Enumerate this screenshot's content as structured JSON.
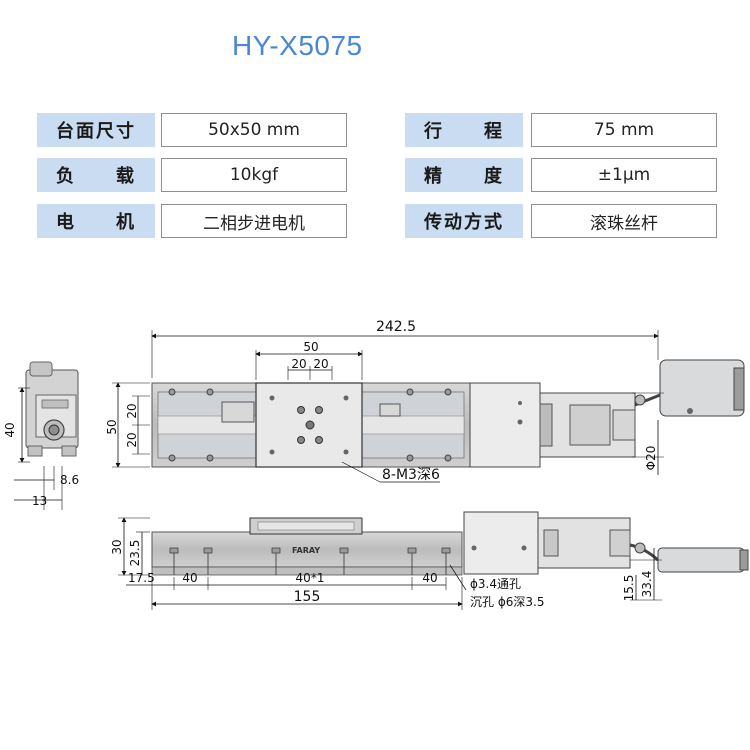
{
  "title": "HY-X5075",
  "specs": {
    "rows": [
      {
        "label_left": "台面尺寸",
        "value_left": "50x50 mm",
        "label_right": "行　　程",
        "value_right": "75  mm"
      },
      {
        "label_left": "负　　载",
        "value_left": "10kgf",
        "label_right": "精　　度",
        "value_right": "±1μm"
      },
      {
        "label_left": "电　　机",
        "value_left": "二相步进电机",
        "label_right": "传动方式",
        "value_right": "滚珠丝杆"
      }
    ]
  },
  "drawing": {
    "overall_length": "242.5",
    "table_width": "50",
    "table_hole_20a": "20",
    "table_hole_20b": "20",
    "left_20a": "20",
    "left_20b": "20",
    "left_50": "50",
    "thread_note": "8-M3深6",
    "motor_dia": "Φ20",
    "end_height": "40",
    "end_8_6": "8.6",
    "end_13": "13",
    "side_30": "30",
    "side_23_5": "23.5",
    "base_17_5": "17.5",
    "base_40_left": "40",
    "base_40_pitch": "40*1",
    "base_40_right": "40",
    "base_155": "155",
    "hole_note": "ϕ3.4通孔",
    "counterbore_note": "沉孔 ϕ6深3.5",
    "right_15_5": "15.5",
    "right_33_4": "33.4",
    "brand": "FARAY"
  },
  "colors": {
    "accent": "#4a86d8",
    "label_bg": "#c9dcf2"
  }
}
